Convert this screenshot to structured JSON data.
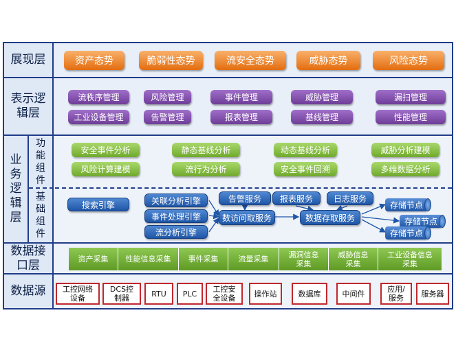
{
  "layers": {
    "presentation": "展现层",
    "logic": "表示逻辑层",
    "business": "业务逻辑层",
    "business_functional": "功能组件",
    "business_basic": "基础组件",
    "data_interface": "数据接口层",
    "data_source": "数据源"
  },
  "presentation_items": [
    "资产态势",
    "脆弱性态势",
    "流安全态势",
    "威胁态势",
    "风险态势"
  ],
  "logic_items": [
    "流秩序管理",
    "风险管理",
    "事件管理",
    "威胁管理",
    "漏扫管理",
    "工业设备管理",
    "告警管理",
    "报表管理",
    "基线管理",
    "性能管理"
  ],
  "functional_items": [
    "安全事件分析",
    "静态基线分析",
    "动态基线分析",
    "威胁分析建模",
    "风险计算建模",
    "流行为分析",
    "安全事件回溯",
    "多维数据分析"
  ],
  "basic_components": {
    "search_engine": "搜索引擎",
    "association_engine": "关联分析引擎",
    "event_engine": "事件处理引擎",
    "flow_engine": "流分析引擎",
    "alert_service": "告警服务",
    "report_service": "报表服务",
    "log_service": "日志服务",
    "access_service": "数访问取服务",
    "storage_service": "数据存取服务",
    "storage_node": "存储节点"
  },
  "interface_items": [
    "资产采集",
    "性能信息采集",
    "事件采集",
    "流量采集",
    "漏洞信息采集",
    "威胁信息采集",
    "工业设备信息采集"
  ],
  "source_items": [
    "工控网络设备",
    "DCS控制器",
    "RTU",
    "PLC",
    "工控安全设备",
    "操作站",
    "数据库",
    "中间件",
    "应用/服务",
    "服务器"
  ],
  "colors": {
    "frame": "#1f3c88",
    "orange": "#e36d0f",
    "purple": "#6e3d98",
    "green": "#6fa92c",
    "blue": "#1f56a6",
    "source_border": "#c0282c"
  }
}
